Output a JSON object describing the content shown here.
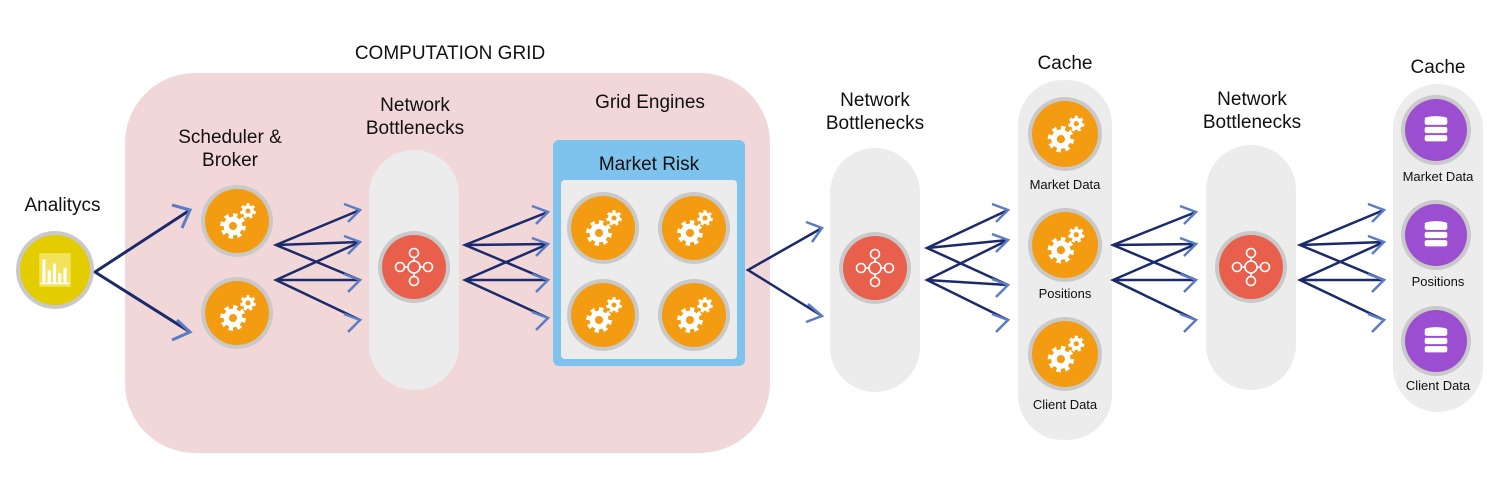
{
  "title": "COMPUTATION GRID",
  "analytics": {
    "label": "Analitycs"
  },
  "scheduler": {
    "label_line1": "Scheduler &",
    "label_line2": "Broker"
  },
  "network1": {
    "label_line1": "Network",
    "label_line2": "Bottlenecks"
  },
  "grid_engines": {
    "label": "Grid Engines",
    "box_title": "Market Risk"
  },
  "network2": {
    "label_line1": "Network",
    "label_line2": "Bottlenecks"
  },
  "cache1": {
    "label": "Cache",
    "items": [
      "Market Data",
      "Positions",
      "Client Data"
    ]
  },
  "network3": {
    "label_line1": "Network",
    "label_line2": "Bottlenecks"
  },
  "cache2": {
    "label": "Cache",
    "items": [
      "Market Data",
      "Positions",
      "Client Data"
    ]
  },
  "colors": {
    "grid_background": "#f2d7d9",
    "pill_background": "#ececec",
    "market_risk_box": "#7ec3ee",
    "gear_node": "#f39c12",
    "network_node": "#e8604c",
    "database_node": "#9b4fd0",
    "analytics_node": "#e3cc00",
    "arrow_dark": "#1b2a6b",
    "arrow_light": "#5b7cc4"
  },
  "icons": {
    "analytics": "bar-chart-icon",
    "engine": "gears-icon",
    "network": "network-hub-icon",
    "database": "database-icon"
  }
}
